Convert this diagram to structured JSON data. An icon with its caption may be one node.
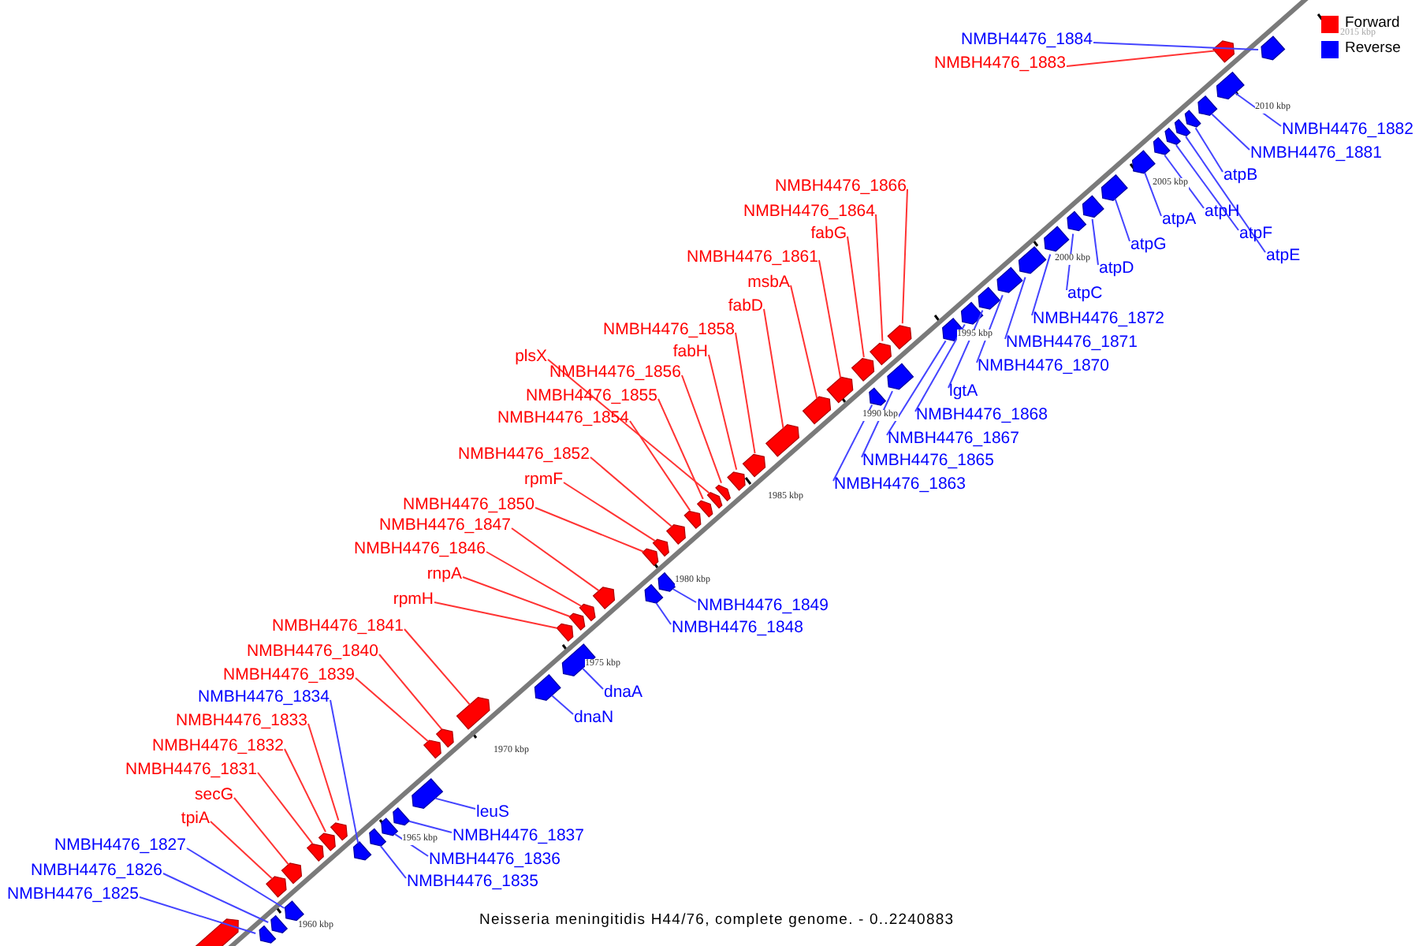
{
  "diagram": {
    "caption": "Neisseria meningitidis H44/76, complete genome. - 0..2240883",
    "nodes": [
      {
        "text": [
          "NMBH4476_1884"
        ]
      },
      {
        "text": [
          "NMBH4476_1883"
        ]
      },
      {
        "text": [
          "NMBH4476_1882"
        ]
      },
      {
        "text": [
          "NMBH4476_1881"
        ]
      },
      {
        "text": [
          "atpB"
        ]
      },
      {
        "text": [
          "NMBH4476_1866"
        ]
      },
      {
        "text": [
          "NMBH4476_1864"
        ]
      },
      {
        "text": [
          "atpH"
        ]
      },
      {
        "text": [
          "atpA"
        ]
      },
      {
        "text": [
          "fabG"
        ]
      },
      {
        "text": [
          "atpF"
        ]
      },
      {
        "text": [
          "atpG"
        ]
      },
      {
        "text": [
          "atpE"
        ]
      },
      {
        "text": [
          "NMBH4476_1861"
        ]
      },
      {
        "text": [
          "atpD"
        ]
      },
      {
        "text": [
          "msbA"
        ]
      },
      {
        "text": [
          "atpC"
        ]
      },
      {
        "text": [
          "fabD"
        ]
      },
      {
        "text": [
          "NMBH4476_1872"
        ]
      },
      {
        "text": [
          "NMBH4476_1858"
        ]
      },
      {
        "text": [
          "NMBH4476_1871"
        ]
      },
      {
        "text": [
          "fabH"
        ]
      },
      {
        "text": [
          "plsX"
        ]
      },
      {
        "text": [
          "NMBH4476_1870"
        ]
      },
      {
        "text": [
          "NMBH4476_1856"
        ]
      },
      {
        "text": [
          "lgtA"
        ]
      },
      {
        "text": [
          "NMBH4476_1855"
        ]
      },
      {
        "text": [
          "NMBH4476_1868"
        ]
      },
      {
        "text": [
          "NMBH4476_1854"
        ]
      },
      {
        "text": [
          "NMBH4476_1867"
        ]
      },
      {
        "text": [
          "NMBH4476_1852"
        ]
      },
      {
        "text": [
          "NMBH4476_1865"
        ]
      },
      {
        "text": [
          "rpmF"
        ]
      },
      {
        "text": [
          "NMBH4476_1863"
        ]
      },
      {
        "text": [
          "NMBH4476_1850"
        ]
      },
      {
        "text": [
          "NMBH4476_1847"
        ]
      },
      {
        "text": [
          "NMBH4476_1846"
        ]
      },
      {
        "text": [
          "rnpA"
        ]
      },
      {
        "text": [
          "rpmH"
        ]
      },
      {
        "text": [
          "NMBH4476_1849"
        ]
      },
      {
        "text": [
          "NMBH4476_1841"
        ]
      },
      {
        "text": [
          "NMBH4476_1848"
        ]
      },
      {
        "text": [
          "NMBH4476_1840"
        ]
      },
      {
        "text": [
          "NMBH4476_1839"
        ]
      },
      {
        "text": [
          "dnaA"
        ]
      },
      {
        "text": [
          "NMBH4476_1834"
        ]
      },
      {
        "text": [
          "dnaN"
        ]
      },
      {
        "text": [
          "NMBH4476_1833"
        ]
      },
      {
        "text": [
          "NMBH4476_1832"
        ]
      },
      {
        "text": [
          "NMBH4476_1831"
        ]
      },
      {
        "text": [
          "secG"
        ]
      },
      {
        "text": [
          "leuS"
        ]
      },
      {
        "text": [
          "tpiA"
        ]
      },
      {
        "text": [
          "NMBH4476_1837"
        ]
      },
      {
        "text": [
          "NMBH4476_1827"
        ]
      },
      {
        "text": [
          "NMBH4476_1836"
        ]
      },
      {
        "text": [
          "NMBH4476_1826"
        ]
      },
      {
        "text": [
          "NMBH4476_1835"
        ]
      },
      {
        "text": [
          "NMBH4476_1825"
        ]
      },
      {
        "text": [],
        "shape": "bar"
      },
      {
        "text": [],
        "shape": "bar"
      },
      {
        "text": [],
        "shape": "bar"
      },
      {
        "text": [],
        "shape": "bar"
      },
      {
        "text": [],
        "shape": "bar"
      },
      {
        "text": [],
        "shape": "bar"
      },
      {
        "text": [],
        "shape": "bar"
      },
      {
        "text": [],
        "shape": "bar"
      },
      {
        "text": [],
        "shape": "bar"
      },
      {
        "text": [],
        "shape": "bar"
      },
      {
        "text": [],
        "shape": "bar"
      },
      {
        "text": [],
        "shape": "bar"
      },
      {
        "text": [],
        "shape": "bar"
      },
      {
        "text": [],
        "shape": "bar"
      },
      {
        "text": [],
        "shape": "bar"
      },
      {
        "text": [],
        "shape": "bar"
      },
      {
        "text": [],
        "shape": "bar"
      },
      {
        "text": [],
        "shape": "bar"
      },
      {
        "text": [],
        "shape": "bar"
      },
      {
        "text": [],
        "shape": "bar"
      },
      {
        "text": [],
        "shape": "bar"
      },
      {
        "text": [],
        "shape": "bar"
      },
      {
        "text": [],
        "shape": "bar"
      },
      {
        "text": [],
        "shape": "bar"
      },
      {
        "text": [],
        "shape": "bar"
      },
      {
        "text": [],
        "shape": "bar"
      },
      {
        "text": [],
        "shape": "bar"
      },
      {
        "text": [],
        "shape": "bar"
      },
      {
        "text": [],
        "shape": "bar"
      },
      {
        "text": [],
        "shape": "bar"
      },
      {
        "text": [],
        "shape": "bar"
      },
      {
        "text": [],
        "shape": "bar"
      },
      {
        "text": [],
        "shape": "bar"
      },
      {
        "text": [],
        "shape": "bar"
      },
      {
        "text": [],
        "shape": "bar"
      },
      {
        "text": [],
        "shape": "bar"
      },
      {
        "text": [],
        "shape": "bar"
      },
      {
        "text": [],
        "shape": "bar"
      },
      {
        "text": [],
        "shape": "bar"
      },
      {
        "text": [],
        "shape": "bar"
      },
      {
        "text": [],
        "shape": "bar"
      },
      {
        "text": [],
        "shape": "bar"
      },
      {
        "text": [],
        "shape": "bar"
      },
      {
        "text": [],
        "shape": "bar"
      },
      {
        "text": [],
        "shape": "bar"
      },
      {
        "text": [],
        "shape": "bar"
      },
      {
        "text": [],
        "shape": "bar"
      },
      {
        "text": [],
        "shape": "bar"
      },
      {
        "text": [],
        "shape": "bar"
      },
      {
        "text": [],
        "shape": "bar"
      },
      {
        "text": [],
        "shape": "bar"
      },
      {
        "text": [],
        "shape": "bar"
      },
      {
        "text": [],
        "shape": "bar"
      },
      {
        "text": [],
        "shape": "bar"
      },
      {
        "text": [],
        "shape": "bar"
      },
      {
        "text": [],
        "shape": "bar"
      },
      {
        "text": [],
        "shape": "bar"
      },
      {
        "text": [],
        "shape": "bar"
      },
      {
        "text": [],
        "shape": "bar"
      }
    ],
    "edges": [
      {
        "from": 0,
        "to": 60,
        "arrow": "none"
      },
      {
        "from": 1,
        "to": 59,
        "arrow": "none",
        "color": "#ff3333"
      },
      {
        "from": 2,
        "to": 61,
        "arrow": "none"
      },
      {
        "from": 3,
        "to": 62,
        "arrow": "none"
      },
      {
        "from": 4,
        "to": 63,
        "arrow": "none"
      },
      {
        "from": 5,
        "to": 77,
        "arrow": "none",
        "color": "#ff3333"
      },
      {
        "from": 6,
        "to": 78,
        "arrow": "none",
        "color": "#ff3333"
      },
      {
        "from": 7,
        "to": 66,
        "arrow": "none"
      },
      {
        "from": 8,
        "to": 67,
        "arrow": "none"
      },
      {
        "from": 9,
        "to": 79,
        "arrow": "none",
        "color": "#ff3333"
      },
      {
        "from": 10,
        "to": 65,
        "arrow": "none"
      },
      {
        "from": 11,
        "to": 68,
        "arrow": "none"
      },
      {
        "from": 12,
        "to": 64,
        "arrow": "none"
      },
      {
        "from": 13,
        "to": 81,
        "arrow": "none",
        "color": "#ff3333"
      },
      {
        "from": 14,
        "to": 69,
        "arrow": "none"
      },
      {
        "from": 15,
        "to": 83,
        "arrow": "none",
        "color": "#ff3333"
      },
      {
        "from": 16,
        "to": 70,
        "arrow": "none"
      },
      {
        "from": 17,
        "to": 84,
        "arrow": "none",
        "color": "#ff3333"
      },
      {
        "from": 18,
        "to": 71,
        "arrow": "none"
      },
      {
        "from": 19,
        "to": 85,
        "arrow": "none",
        "color": "#ff3333"
      },
      {
        "from": 20,
        "to": 72,
        "arrow": "none"
      },
      {
        "from": 21,
        "to": 86,
        "arrow": "none",
        "color": "#ff3333"
      },
      {
        "from": 22,
        "to": 88,
        "arrow": "none",
        "color": "#ff3333"
      },
      {
        "from": 23,
        "to": 73,
        "arrow": "none"
      },
      {
        "from": 24,
        "to": 87,
        "arrow": "none",
        "color": "#ff3333"
      },
      {
        "from": 25,
        "to": 74,
        "arrow": "none"
      },
      {
        "from": 26,
        "to": 89,
        "arrow": "none",
        "color": "#ff3333"
      },
      {
        "from": 27,
        "to": 75,
        "arrow": "none"
      },
      {
        "from": 28,
        "to": 90,
        "arrow": "none",
        "color": "#ff3333"
      },
      {
        "from": 29,
        "to": 76,
        "arrow": "none"
      },
      {
        "from": 30,
        "to": 91,
        "arrow": "none",
        "color": "#ff3333"
      },
      {
        "from": 31,
        "to": 80,
        "arrow": "none"
      },
      {
        "from": 32,
        "to": 92,
        "arrow": "none",
        "color": "#ff3333"
      },
      {
        "from": 33,
        "to": 82,
        "arrow": "none"
      },
      {
        "from": 34,
        "to": 93,
        "arrow": "none",
        "color": "#ff3333"
      },
      {
        "from": 35,
        "to": 96,
        "arrow": "none",
        "color": "#ff3333"
      },
      {
        "from": 36,
        "to": 97,
        "arrow": "none",
        "color": "#ff3333"
      },
      {
        "from": 37,
        "to": 98,
        "arrow": "none",
        "color": "#ff3333"
      },
      {
        "from": 38,
        "to": 99,
        "arrow": "none",
        "color": "#ff3333"
      },
      {
        "from": 39,
        "to": 94,
        "arrow": "none"
      },
      {
        "from": 40,
        "to": 102,
        "arrow": "none",
        "color": "#ff3333"
      },
      {
        "from": 41,
        "to": 95,
        "arrow": "none"
      },
      {
        "from": 42,
        "to": 103,
        "arrow": "none",
        "color": "#ff3333"
      },
      {
        "from": 43,
        "to": 104,
        "arrow": "none",
        "color": "#ff3333"
      },
      {
        "from": 44,
        "to": 100,
        "arrow": "none"
      },
      {
        "from": 45,
        "to": 112,
        "arrow": "none"
      },
      {
        "from": 46,
        "to": 101,
        "arrow": "none"
      },
      {
        "from": 47,
        "to": 108,
        "arrow": "none",
        "color": "#ff3333"
      },
      {
        "from": 48,
        "to": 110,
        "arrow": "none",
        "color": "#ff3333"
      },
      {
        "from": 49,
        "to": 111,
        "arrow": "none",
        "color": "#ff3333"
      },
      {
        "from": 50,
        "to": 113,
        "arrow": "none",
        "color": "#ff3333"
      },
      {
        "from": 51,
        "to": 105,
        "arrow": "none"
      },
      {
        "from": 52,
        "to": 114,
        "arrow": "none",
        "color": "#ff3333"
      },
      {
        "from": 53,
        "to": 106,
        "arrow": "none"
      },
      {
        "from": 54,
        "to": 115,
        "arrow": "none"
      },
      {
        "from": 55,
        "to": 107,
        "arrow": "none"
      },
      {
        "from": 56,
        "to": 116,
        "arrow": "none"
      },
      {
        "from": 57,
        "to": 109,
        "arrow": "none"
      },
      {
        "from": 58,
        "to": 117,
        "arrow": "none"
      }
    ],
    "labels": [
      "2015 kbp",
      "2010 kbp",
      "2005 kbp",
      "2000 kbp",
      "1995 kbp",
      "1990 kbp",
      "1985 kbp",
      "1980 kbp",
      "1975 kbp",
      "1970 kbp",
      "1965 kbp",
      "1960 kbp"
    ],
    "legend": [
      {
        "text": "Forward",
        "color": "#ff0000"
      },
      {
        "text": "Reverse",
        "color": "#0000ff"
      }
    ]
  }
}
